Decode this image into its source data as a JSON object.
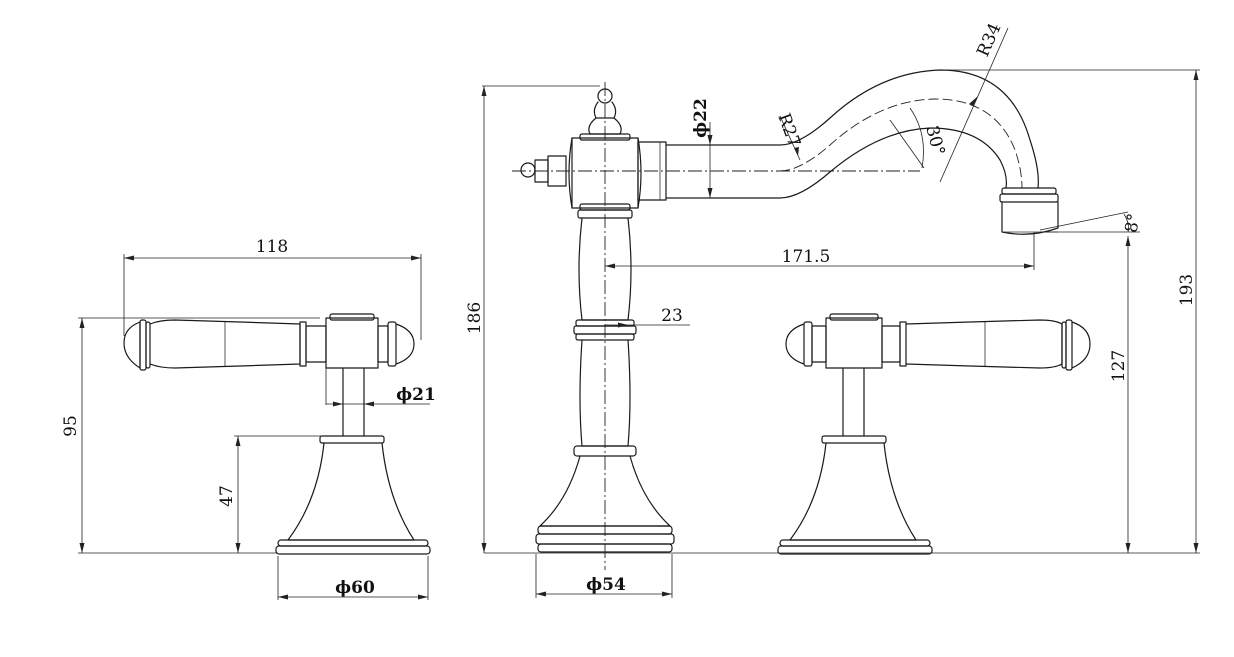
{
  "dimensions": {
    "handle_span": "118",
    "handle_height": "95",
    "stem_dia": "ϕ21",
    "base_height_left": "47",
    "base_dia_left": "ϕ60",
    "total_height_body": "186",
    "spout_inlet_dia": "ϕ22",
    "spout_radius_small": "R27",
    "spout_angle": "30°",
    "spout_radius_large": "R34",
    "aerator_angle": "8°",
    "spout_reach": "171.5",
    "collar_offset": "23",
    "spout_outlet_height": "127",
    "total_height_overall": "193",
    "base_dia_center": "ϕ54"
  }
}
